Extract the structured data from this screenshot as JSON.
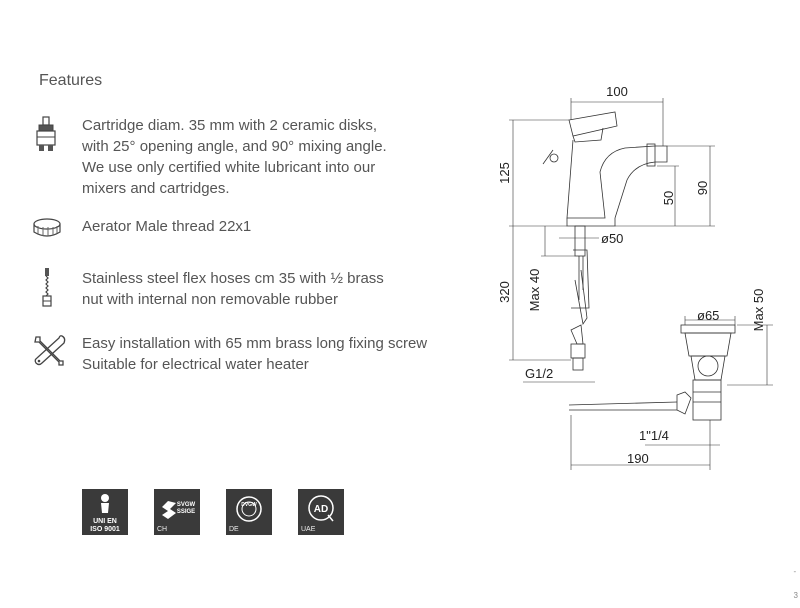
{
  "features": {
    "title": "Features",
    "items": [
      {
        "icon": "cartridge-icon",
        "lines": [
          "Cartridge diam. 35 mm with 2 ceramic disks,",
          "with 25° opening angle, and 90° mixing angle.",
          "We use only certified white lubricant into our",
          "mixers and cartridges."
        ]
      },
      {
        "icon": "aerator-icon",
        "lines": [
          "Aerator Male thread 22x1"
        ]
      },
      {
        "icon": "flex-hose-icon",
        "lines": [
          "Stainless steel flex hoses cm 35 with ½ brass",
          "nut with internal non removable rubber"
        ]
      },
      {
        "icon": "tools-icon",
        "lines": [
          "Easy installation with 65 mm brass long fixing screw",
          "Suitable for electrical water heater"
        ]
      }
    ]
  },
  "certifications": [
    {
      "icon": "iso-certification-icon",
      "text1": "UNI EN",
      "text2": "ISO 9001",
      "label": ""
    },
    {
      "icon": "svgw-certification-icon",
      "text1": "SVGW",
      "text2": "SSIGE",
      "label": "CH"
    },
    {
      "icon": "dvgw-certification-icon",
      "text1": "DVGW",
      "text2": "",
      "label": "DE"
    },
    {
      "icon": "ad-certification-icon",
      "text1": "AD",
      "text2": "",
      "label": "UAE"
    }
  ],
  "dimensions": {
    "width_top": "100",
    "height_total": "125",
    "height_spout": "90",
    "height_outlet": "50",
    "base_diameter": "ø50",
    "hose_length": "320",
    "max_thickness": "Max 40",
    "inlet_thread": "G1/2",
    "waste_diameter": "ø65",
    "waste_max": "Max 50",
    "waste_thread": "1\"1/4",
    "rod_length": "190"
  },
  "page_marks": {
    "mark1": "-",
    "mark2": "3"
  }
}
